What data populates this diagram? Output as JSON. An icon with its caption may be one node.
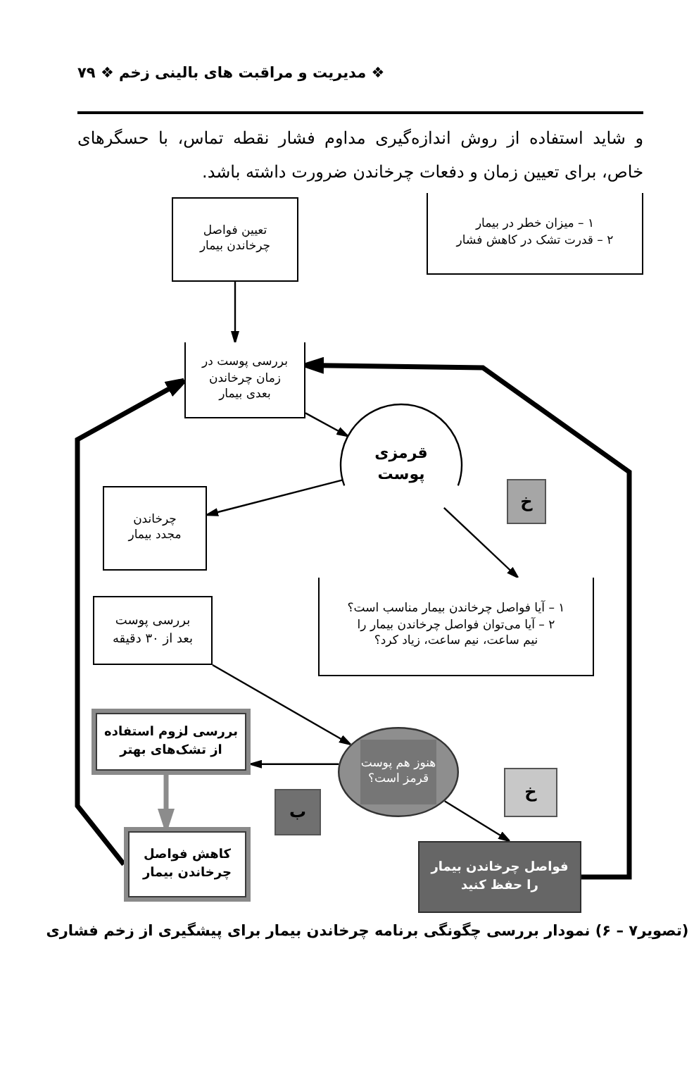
{
  "diagram": {
    "caption": "(تصویر۷ – ۶) نمودار بررسی چگونگی برنامه چرخاندن بیمار برای پیشگیری از زخم فشاری",
    "nodes": [
      {
        "text": [
          "۱ – میزان خطر در بیمار",
          "۲ – قدرت تشک در کاهش فشار"
        ]
      },
      {
        "text": [
          "تعیین فواصل چرخاندن بیمار"
        ]
      },
      {
        "text": [
          "بررسی پوست در زمان چرخاندن بعدی بیمار"
        ]
      },
      {
        "text": [
          "قرمزی پوست"
        ]
      },
      {
        "text": [
          "چرخاندن مجدد بیمار"
        ]
      },
      {
        "text": [
          "خ"
        ]
      },
      {
        "text": [
          "۱ – آیا فواصل چرخاندن بیمار مناسب است؟",
          "۲ – آیا می‌توان فواصل چرخاندن بیمار را نیم ساعت، نیم ساعت، زیاد کرد؟"
        ]
      },
      {
        "text": [
          "بررسی پوست بعد از ۳۰ دقیقه"
        ]
      },
      {
        "text": [
          "بررسی لزوم استفاده از تشک‌های بهتر"
        ]
      },
      {
        "text": [
          "هنوز هم پوست قرمز است؟"
        ]
      },
      {
        "text": [
          "خ"
        ]
      },
      {
        "text": [
          "ب"
        ]
      },
      {
        "text": [
          "کاهش فواصل چرخاندن بیمار"
        ]
      },
      {
        "text": [
          "فواصل چرخاندن بیمار را حفظ کنید"
        ]
      }
    ],
    "edges": [
      {
        "from": 1,
        "to": 2,
        "arrow": "to"
      },
      {
        "from": 12,
        "to": 2,
        "arrow": "to",
        "style": "thick"
      },
      {
        "from": 13,
        "to": 2,
        "arrow": "to",
        "style": "thick"
      },
      {
        "from": 2,
        "to": 3,
        "arrow": "to"
      },
      {
        "from": 3,
        "to": 4,
        "arrow": "to"
      },
      {
        "from": 3,
        "to": 6,
        "arrow": "to"
      },
      {
        "from": 7,
        "to": 9,
        "arrow": "to"
      },
      {
        "from": 9,
        "to": 8,
        "arrow": "to"
      },
      {
        "from": 9,
        "to": 13,
        "arrow": "to"
      },
      {
        "from": 8,
        "to": 12,
        "arrow": "to",
        "style": "thick",
        "color": "#8c8c8c"
      }
    ],
    "labels": [
      "❖ مدیریت و مراقبت های بالینی زخم ❖ ۷۹",
      "و شاید استفاده از روش اندازه‌گیری مداوم فشار نقطه تماس، با حسگرهای خاص، برای تعیین زمان و دفعات چرخاندن ضرورت داشته باشد."
    ]
  }
}
